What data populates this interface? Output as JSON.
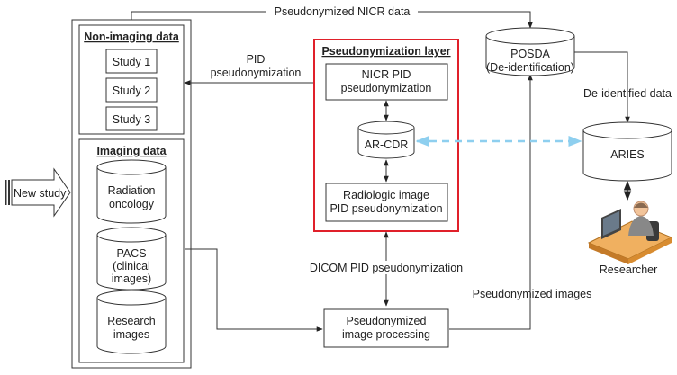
{
  "flows": {
    "nicr_top": "Pseudonymized NICR data",
    "pid_line1": "PID",
    "pid_line2": "pseudonymization",
    "deidentified": "De-identified data",
    "dicom_pid": "DICOM PID pseudonymization",
    "pseudo_images": "Pseudonymized images"
  },
  "left_panel": {
    "non_imaging_title": "Non-imaging data",
    "studies": [
      "Study 1",
      "Study 2",
      "Study 3"
    ],
    "imaging_title": "Imaging data",
    "cyl_radiation_line1": "Radiation",
    "cyl_radiation_line2": "oncology",
    "cyl_pacs_line1": "PACS",
    "cyl_pacs_line2": "(clinical",
    "cyl_pacs_line3": "images)",
    "cyl_research_line1": "Research",
    "cyl_research_line2": "images"
  },
  "new_study": "New study",
  "pseudo_layer": {
    "title": "Pseudonymization layer",
    "nicr_line1": "NICR PID",
    "nicr_line2": "pseudonymization",
    "arcdr": "AR-CDR",
    "radio_line1": "Radiologic image",
    "radio_line2": "PID pseudonymization"
  },
  "posda_line1": "POSDA",
  "posda_line2": "(De-identification)",
  "aries": "ARIES",
  "processing_line1": "Pseudonymized",
  "processing_line2": "image processing",
  "researcher": "Researcher",
  "colors": {
    "layer_border": "#e0202a",
    "dashed_link": "#8ecfef",
    "line": "#333333"
  }
}
